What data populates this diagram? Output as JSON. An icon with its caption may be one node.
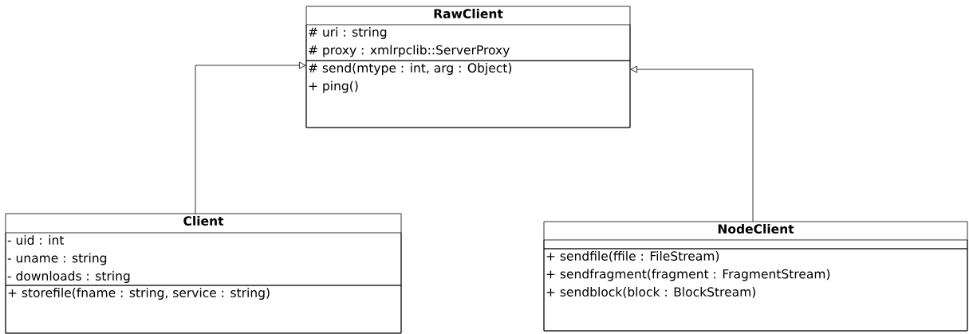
{
  "diagram": {
    "nodes": [
      {
        "text": [
          "RawClient"
        ]
      },
      {
        "text": [
          "# uri : string",
          "# proxy : xmlrpclib::ServerProxy"
        ],
        "in": 0
      },
      {
        "text": [
          "# send(mtype : int, arg : Object)",
          "+ ping()"
        ],
        "in": 0
      },
      {
        "text": [
          "Client"
        ]
      },
      {
        "text": [
          "- uid : int",
          "- uname : string",
          "- downloads : string"
        ],
        "in": 3
      },
      {
        "text": [
          "+ storefile(fname : string, service : string)"
        ],
        "in": 3
      },
      {
        "text": [
          "NodeClient"
        ]
      },
      {
        "text": [],
        "shape": "box",
        "in": 6
      },
      {
        "text": [
          "+ sendfile(ffile : FileStream)",
          "+ sendfragment(fragment : FragmentStream)",
          "+ sendblock(block : BlockStream)"
        ],
        "in": 6
      }
    ],
    "edges": [
      {
        "from": 3,
        "to": 0,
        "arrow": "to"
      },
      {
        "from": 6,
        "to": 0,
        "arrow": "to"
      }
    ]
  }
}
